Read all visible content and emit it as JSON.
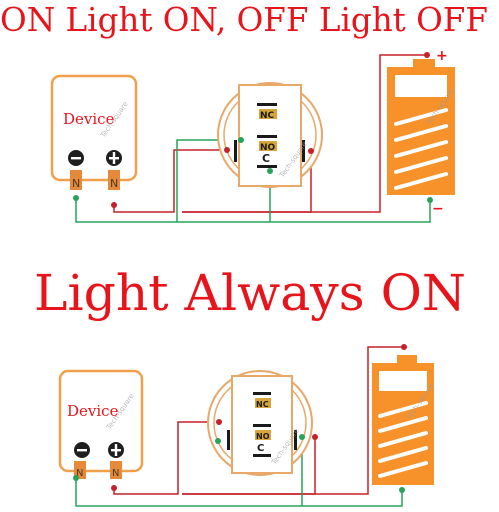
{
  "titles": {
    "top": "ON Light ON, OFF Light OFF",
    "bottom": "Light Always ON"
  },
  "device": {
    "label": "Device"
  },
  "switch": {
    "nc_label": "NC",
    "no_label": "NO",
    "c_label": "C"
  },
  "battery": {
    "plus": "+",
    "minus": "−"
  },
  "terminals": {
    "left": "N",
    "right": "N"
  },
  "watermark": "Tech-square",
  "colors": {
    "title_red": "#e8141b",
    "wire_red": "#c8202a",
    "wire_green": "#27a35a",
    "device_orange": "#f0a04a",
    "battery_orange": "#f7922a",
    "switch_ring": "#e8a86a"
  }
}
